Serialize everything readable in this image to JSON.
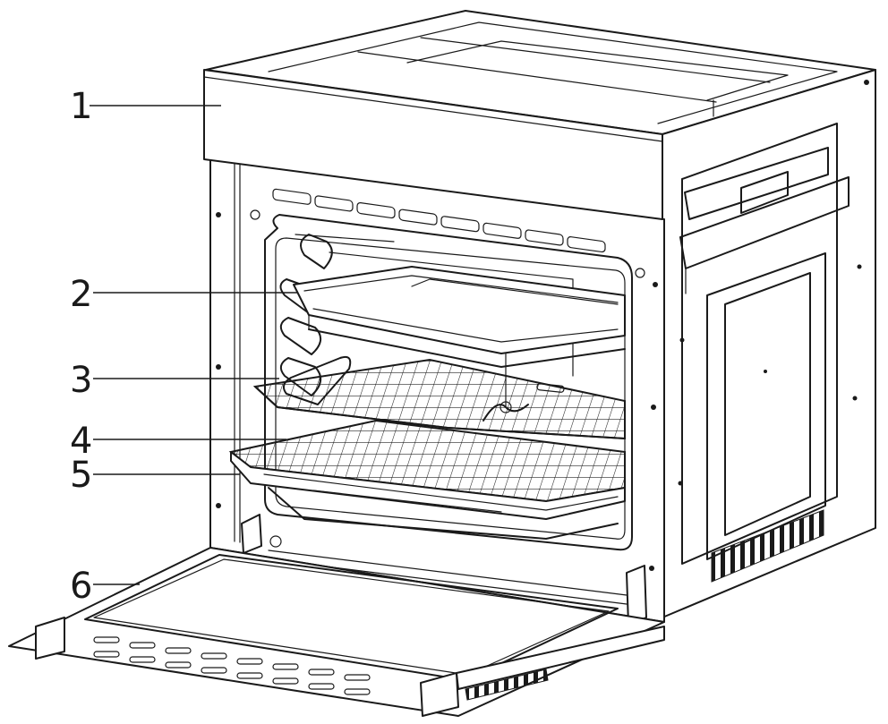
{
  "callouts": [
    {
      "number": "1",
      "part": "control-panel"
    },
    {
      "number": "2",
      "part": "baking-tray"
    },
    {
      "number": "3",
      "part": "shelf-support-rails"
    },
    {
      "number": "4",
      "part": "wire-shelf"
    },
    {
      "number": "5",
      "part": "deep-tray"
    },
    {
      "number": "6",
      "part": "oven-door"
    }
  ]
}
